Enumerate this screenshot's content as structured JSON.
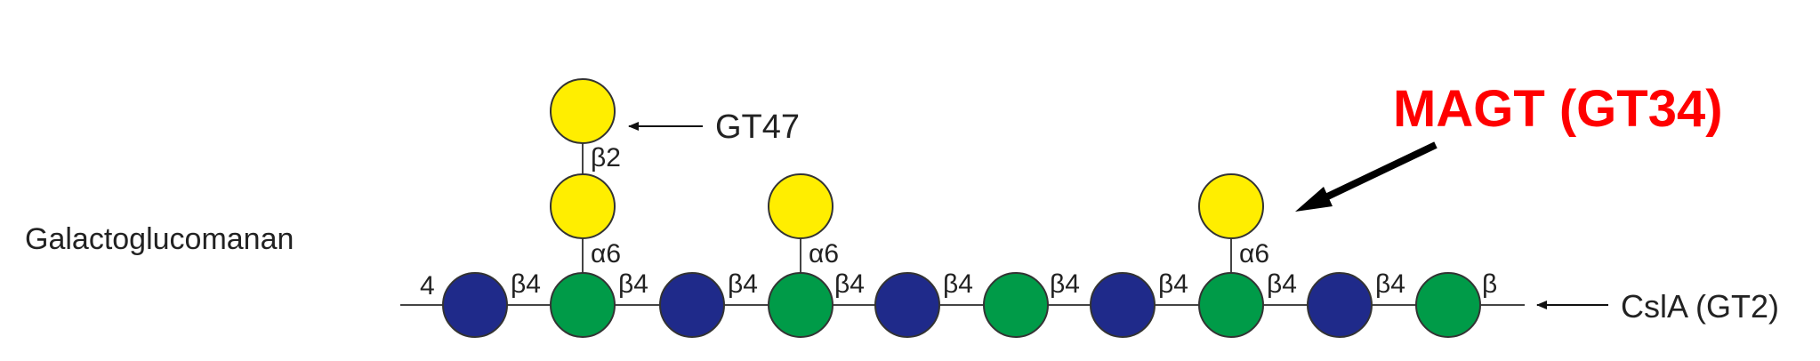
{
  "title": "Galactoglucomanan",
  "colors": {
    "mannose": "#1f2a8a",
    "glucose": "#009b48",
    "galactose": "#ffee00",
    "outline": "#333333",
    "highlight": "#ff0000",
    "text": "#222222"
  },
  "backbone": {
    "start_label": "4",
    "end_label": "β",
    "residues": [
      "mannose",
      "glucose",
      "mannose",
      "glucose",
      "mannose",
      "glucose",
      "mannose",
      "glucose",
      "mannose",
      "glucose"
    ],
    "links": [
      "β4",
      "β4",
      "β4",
      "β4",
      "β4",
      "β4",
      "β4",
      "β4",
      "β4"
    ]
  },
  "branches": [
    {
      "on_residue": 2,
      "link": "α6",
      "extra_link": "β2"
    },
    {
      "on_residue": 4,
      "link": "α6"
    },
    {
      "on_residue": 8,
      "link": "α6"
    }
  ],
  "annotations": {
    "gt47": "GT47",
    "csla": "CslA (GT2)",
    "magt": "MAGT (GT34)"
  }
}
